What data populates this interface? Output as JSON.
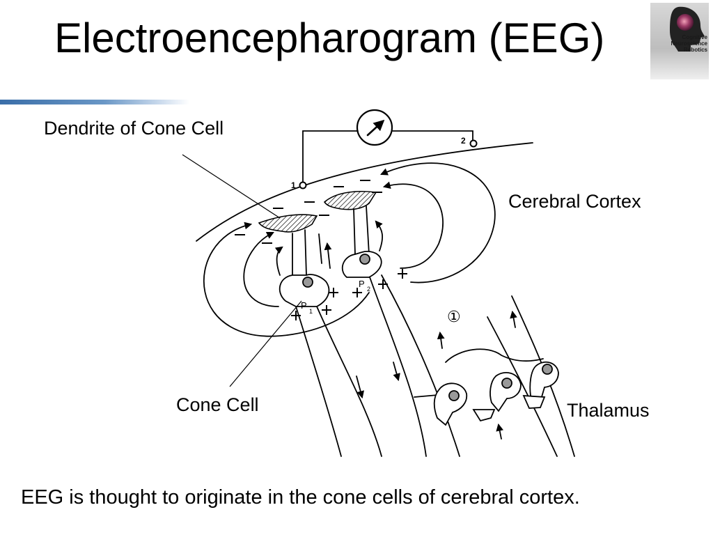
{
  "slide": {
    "title": "Electroencepharogram (EEG)",
    "caption": "EEG is thought to originate in the cone cells of cerebral cortex."
  },
  "logo": {
    "lines": [
      "Cognitive",
      "Neuroscience",
      "Robotics"
    ],
    "icon": "head-silhouette-icon"
  },
  "diagram": {
    "labels": {
      "dendrite": "Dendrite of Cone Cell",
      "cortex": "Cerebral Cortex",
      "cone_cell": "Cone Cell",
      "thalamus": "Thalamus"
    },
    "electrodes": [
      "1",
      "2"
    ],
    "cell_labels": [
      "P",
      "1",
      "P",
      "2"
    ],
    "pathway_marker": "①",
    "meter_icon": "galvanometer-icon"
  }
}
